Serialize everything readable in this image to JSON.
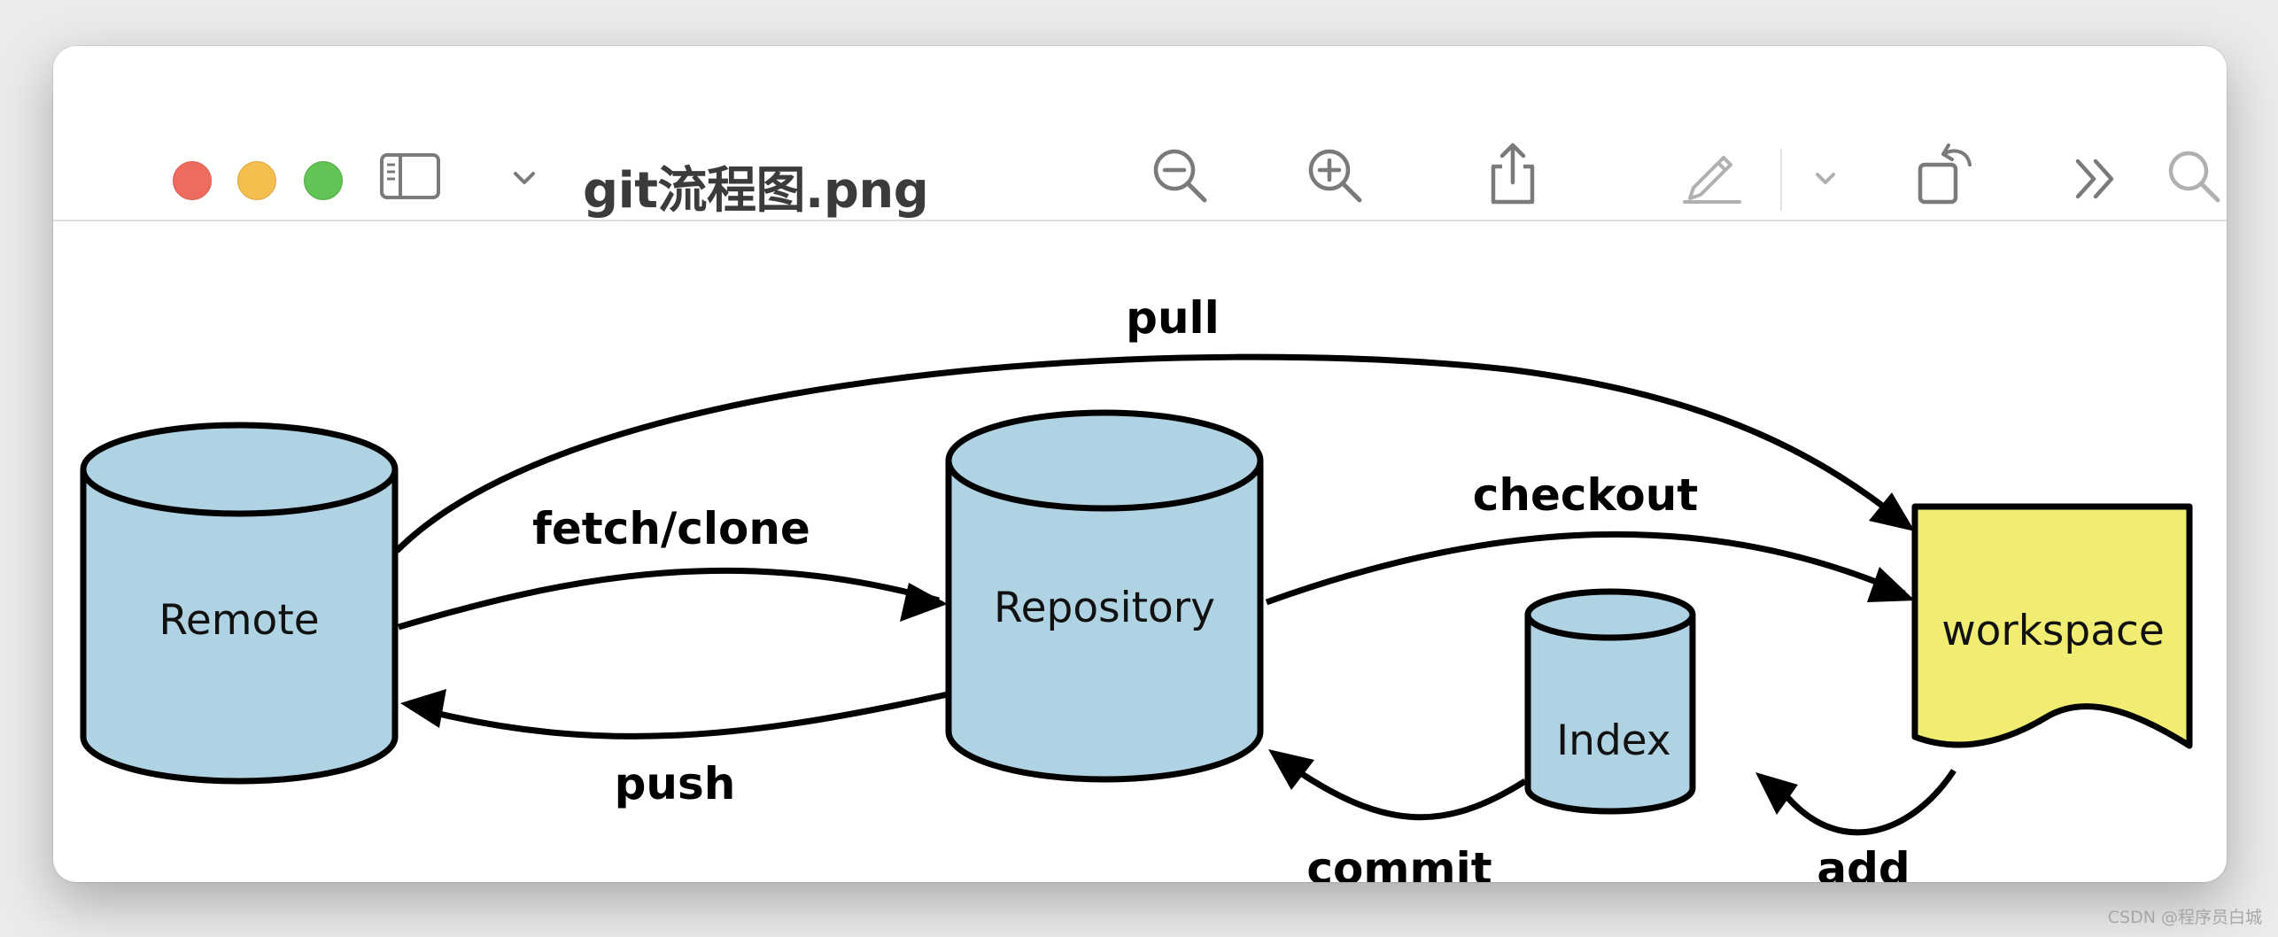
{
  "window": {
    "title": "git流程图.png"
  },
  "toolbar": {
    "icons": [
      "sidebar-toggle-icon",
      "chevron-down-icon",
      "zoom-out-icon",
      "zoom-in-icon",
      "share-icon",
      "markup-pen-icon",
      "chevron-down-icon",
      "rotate-icon",
      "more-icon",
      "search-icon"
    ]
  },
  "diagram": {
    "nodes": {
      "remote": "Remote",
      "repository": "Repository",
      "index": "Index",
      "workspace": "workspace"
    },
    "edges": {
      "pull": "pull",
      "fetch_clone": "fetch/clone",
      "checkout": "checkout",
      "push": "push",
      "commit": "commit",
      "add": "add"
    },
    "colors": {
      "cylinder": "#b0d3e3",
      "workspace": "#f1ed72",
      "stroke": "#000000"
    }
  },
  "watermark": "CSDN @程序员白城"
}
